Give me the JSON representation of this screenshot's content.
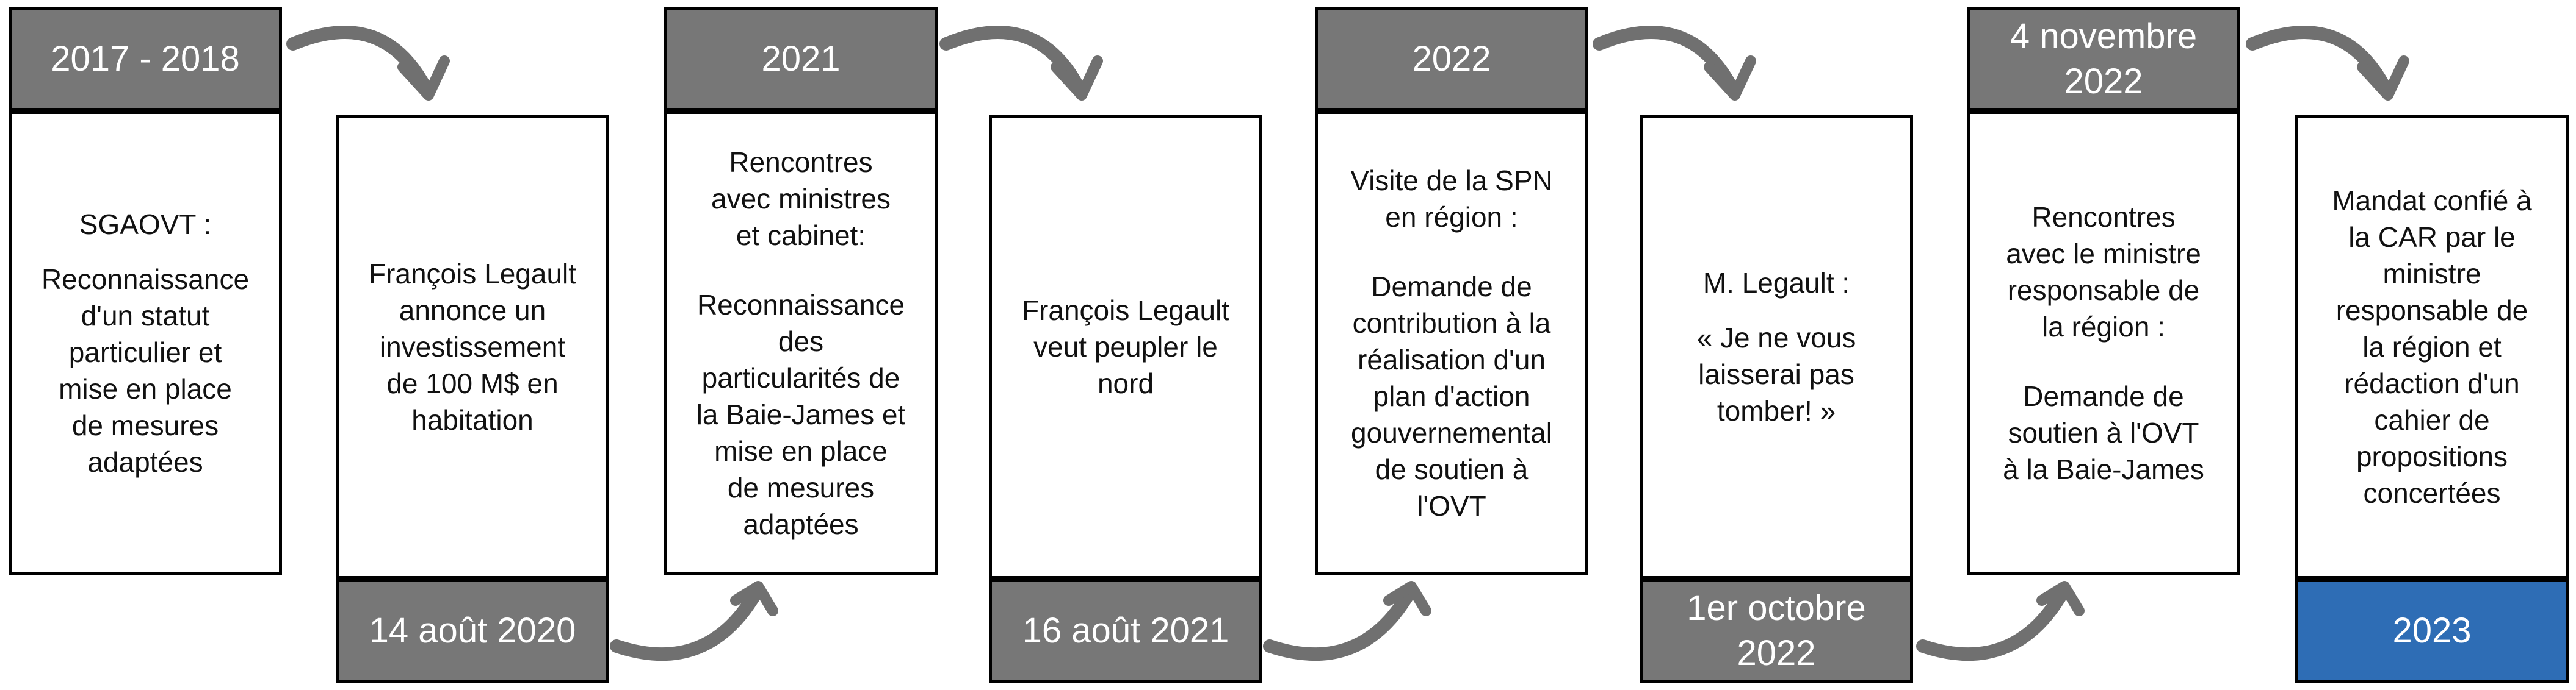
{
  "colors": {
    "label_bg": "#777777",
    "final_label_bg": "#2e6db5",
    "arrow": "#707070",
    "border": "#000000"
  },
  "timeline": [
    {
      "date": "2017 - 2018",
      "label_position": "top",
      "paragraphs": [
        "SGAOVT :",
        "Reconnaissance\nd'un statut\nparticulier et\nmise en place\nde mesures\nadaptées"
      ],
      "gap": "small"
    },
    {
      "date": "14 août 2020",
      "label_position": "bottom",
      "paragraphs": [
        "François Legault\nannonce un\ninvestissement\nde 100 M$ en\nhabitation"
      ]
    },
    {
      "date": "2021",
      "label_position": "top",
      "paragraphs": [
        "Rencontres\navec ministres\net cabinet:",
        "Reconnaissance\ndes\nparticularités de\nla Baie-James et\nmise en place\nde mesures\nadaptées"
      ]
    },
    {
      "date": "16 août 2021",
      "label_position": "bottom",
      "paragraphs": [
        "François Legault\nveut peupler le\nnord"
      ]
    },
    {
      "date": "2022",
      "label_position": "top",
      "paragraphs": [
        "Visite de la SPN\nen région :",
        "Demande de\ncontribution à la\nréalisation d'un\nplan d'action\ngouvernemental\nde soutien à\nl'OVT"
      ]
    },
    {
      "date": "1er octobre\n2022",
      "label_position": "bottom",
      "paragraphs": [
        "M. Legault :",
        "« Je ne vous\nlaisserai pas\ntomber! »"
      ],
      "gap": "small"
    },
    {
      "date": "4 novembre\n2022",
      "label_position": "top",
      "paragraphs": [
        "Rencontres\navec le ministre\nresponsable de\nla région :",
        "Demande de\nsoutien à l'OVT\nà la Baie-James"
      ]
    },
    {
      "date": "2023",
      "label_position": "bottom",
      "accent": true,
      "paragraphs": [
        "Mandat confié à\nla CAR par le\nministre\nresponsable de\nla région et\nrédaction d'un\ncahier de\npropositions\nconcertées"
      ]
    }
  ]
}
